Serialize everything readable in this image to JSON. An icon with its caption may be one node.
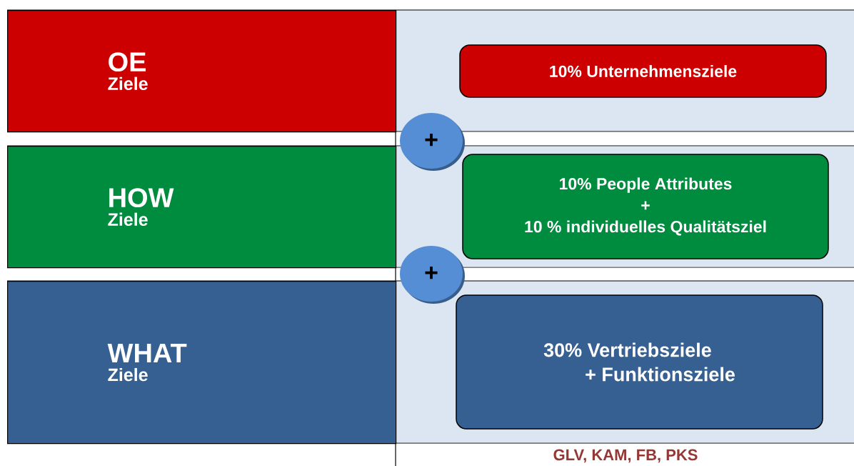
{
  "diagram": {
    "nodes": [
      {
        "text": [
          "OE",
          "Ziele"
        ]
      },
      {
        "text": [
          "10% Unternehmensziele"
        ]
      },
      {
        "text": [
          "+"
        ]
      },
      {
        "text": [
          "HOW",
          "Ziele"
        ]
      },
      {
        "text": [
          "10% People Attributes",
          "+",
          "10 % individuelles Qualitätsziel"
        ]
      },
      {
        "text": [
          "+"
        ]
      },
      {
        "text": [
          "WHAT",
          "Ziele"
        ]
      },
      {
        "text": [
          "30% Vertriebsziele",
          "+ Funktionsziele"
        ]
      }
    ],
    "labels": [
      "GLV, KAM, FB, PKS"
    ]
  }
}
